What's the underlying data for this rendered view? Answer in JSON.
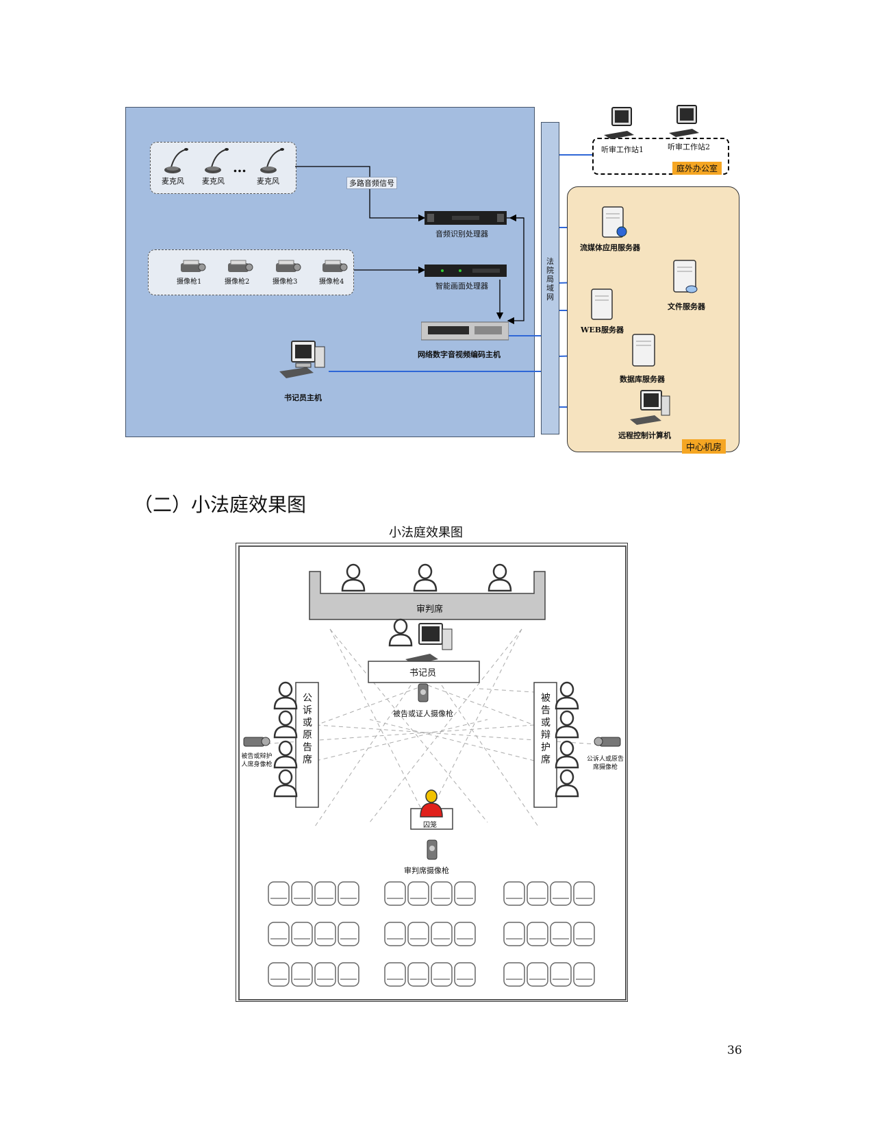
{
  "network": {
    "mic_label": "麦克风",
    "mic_ellipsis": "…",
    "signal_label": "多路音频信号",
    "cameras": [
      "摄像枪1",
      "摄像枪2",
      "摄像枪3",
      "摄像枪4"
    ],
    "audio_processor": "音频识别处理器",
    "video_processor": "智能画面处理器",
    "encoder": "网络数字音视频编码主机",
    "clerk_host": "书记员主机",
    "lan": "法院局域网",
    "workstation1": "听审工作站1",
    "workstation2": "听审工作站2",
    "office": "庭外办公室",
    "streaming_server": "流媒体应用服务器",
    "file_server": "文件服务器",
    "web_server": "WEB服务器",
    "db_server": "数据库服务器",
    "remote_pc": "远程控制计算机",
    "center_room": "中心机房",
    "colors": {
      "panel_blue": "#a4bde0",
      "center_tan": "#f6e3bf",
      "tag_orange": "#f5a623",
      "link_blue": "#2e66d6"
    }
  },
  "section_heading": "（二）小法庭效果图",
  "courtroom": {
    "title": "小法庭效果图",
    "judge_bench": "审判席",
    "clerk": "书记员",
    "defendant_witness_camera": "被告或证人摄像枪",
    "prosecution_bench": "公诉或原告席",
    "defense_bench": "被告或辩护席",
    "defense_camera": "被告或辩护人席身像枪",
    "prosecution_camera": "公诉人或原告席摄像枪",
    "dock": "囚笼",
    "judge_camera": "审判席摄像枪"
  },
  "page_number": "36"
}
